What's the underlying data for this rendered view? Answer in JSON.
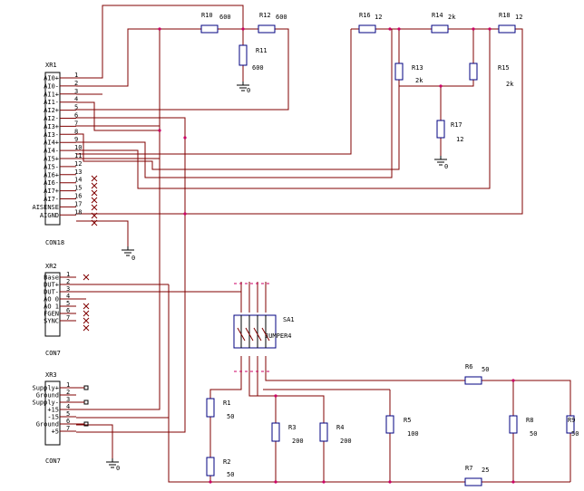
{
  "connectors": {
    "xr1": {
      "ref": "XR1",
      "name": "CON18",
      "pin_labels": [
        "AI0+",
        "AI0-",
        "AI1+",
        "AI1-",
        "AI2+",
        "AI2-",
        "AI3+",
        "AI3-",
        "AI4+",
        "AI4-",
        "AI5+",
        "AI5-",
        "AI6+",
        "AI6-",
        "AI7+",
        "AI7-",
        "AISENSE",
        "AIGND"
      ],
      "pin_numbers": [
        "1",
        "2",
        "3",
        "4",
        "5",
        "6",
        "7",
        "8",
        "9",
        "10",
        "11",
        "12",
        "13",
        "14",
        "15",
        "16",
        "17",
        "18"
      ]
    },
    "xr2": {
      "ref": "XR2",
      "name": "CON7",
      "pin_labels": [
        "Base",
        "DUT+",
        "DUT-",
        "AO 0",
        "AO 1",
        "FGEN",
        "SYNC"
      ],
      "pin_numbers": [
        "1",
        "2",
        "3",
        "4",
        "5",
        "6",
        "7"
      ]
    },
    "xr3": {
      "ref": "XR3",
      "name": "CON7",
      "pin_labels": [
        "Supply+",
        "Ground",
        "Supply-",
        "+15",
        "-15",
        "Ground",
        "+5"
      ],
      "pin_numbers": [
        "1",
        "2",
        "3",
        "4",
        "5",
        "6",
        "7"
      ]
    }
  },
  "resistors": [
    {
      "ref": "R10",
      "value": "600"
    },
    {
      "ref": "R12",
      "value": "600"
    },
    {
      "ref": "R11",
      "value": "600"
    },
    {
      "ref": "R16",
      "value": "12"
    },
    {
      "ref": "R14",
      "value": "2k"
    },
    {
      "ref": "R18",
      "value": "12"
    },
    {
      "ref": "R13",
      "value": "2k"
    },
    {
      "ref": "R15",
      "value": "2k"
    },
    {
      "ref": "R17",
      "value": "12"
    },
    {
      "ref": "R1",
      "value": "50"
    },
    {
      "ref": "R2",
      "value": "50"
    },
    {
      "ref": "R3",
      "value": "200"
    },
    {
      "ref": "R4",
      "value": "200"
    },
    {
      "ref": "R5",
      "value": "100"
    },
    {
      "ref": "R6",
      "value": "50"
    },
    {
      "ref": "R7",
      "value": "25"
    },
    {
      "ref": "R8",
      "value": "50"
    },
    {
      "ref": "R9",
      "value": "50"
    }
  ],
  "jumper": {
    "ref": "SA1",
    "name": "JUMPER4"
  },
  "grounds": [
    "0",
    "0",
    "0",
    "0"
  ]
}
